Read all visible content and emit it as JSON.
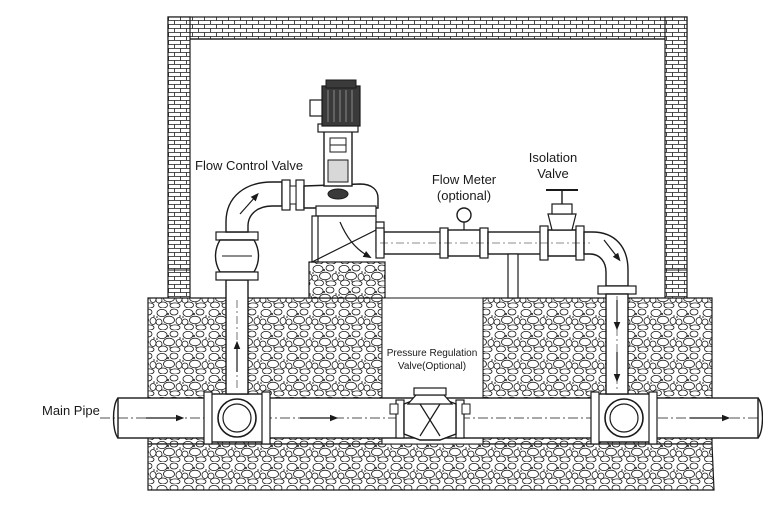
{
  "labels": {
    "flow_control_valve": "Flow Control Valve",
    "flow_meter_line1": "Flow Meter",
    "flow_meter_line2": "(optional)",
    "isolation_valve_line1": "Isolation",
    "isolation_valve_line2": "Valve",
    "pressure_regulation_line1": "Pressure Regulation",
    "pressure_regulation_line2": "Valve(Optional)",
    "main_pipe": "Main Pipe"
  },
  "colors": {
    "line": "#1a1a1a",
    "pipe_fill": "#ffffff",
    "pipe_shade": "#d8d8d8",
    "motor_fill": "#3a3a3a",
    "background": "#ffffff"
  }
}
